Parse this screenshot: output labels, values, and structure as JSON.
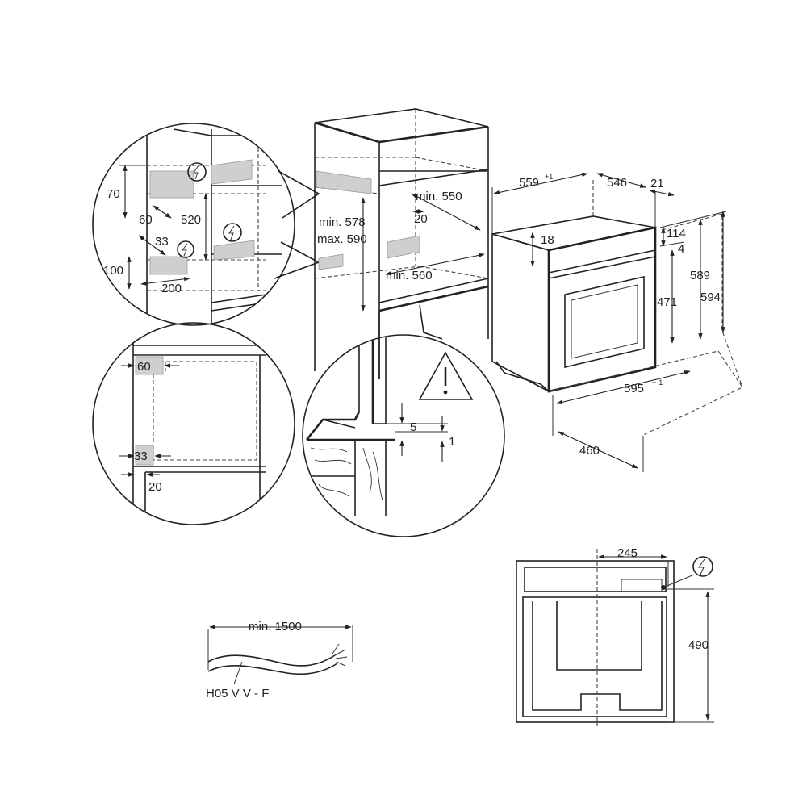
{
  "detail_zone_a": {
    "dim_70": "70",
    "dim_60": "60",
    "dim_520": "520",
    "dim_33": "33",
    "dim_100": "100",
    "dim_200": "200"
  },
  "detail_zone_b": {
    "dim_60": "60",
    "dim_33": "33",
    "dim_20": "20"
  },
  "cabinet": {
    "min_550": "min. 550",
    "dim_20": "20",
    "min_578": "min. 578",
    "max_590": "max. 590",
    "min_560": "min. 560"
  },
  "detail_zone_c": {
    "dim_5": "5",
    "dim_1": "1"
  },
  "oven": {
    "dim_559": "559",
    "dim_559_tol": "+1",
    "dim_546": "546",
    "dim_21": "21",
    "dim_18": "18",
    "dim_114": "114",
    "dim_4": "4",
    "dim_589": "589",
    "dim_594": "594",
    "dim_471": "471",
    "dim_595": "595",
    "dim_595_tol": "+-1",
    "dim_460": "460"
  },
  "cable": {
    "min_1500": "min. 1500",
    "type_label": "H05 V V - F"
  },
  "rear_view": {
    "dim_245": "245",
    "dim_490": "490"
  }
}
